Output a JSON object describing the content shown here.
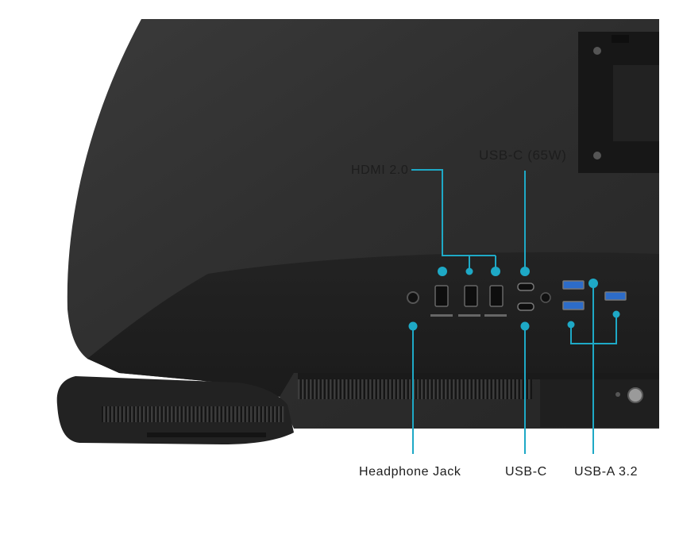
{
  "callouts": {
    "hdmi": "HDMI 2.0",
    "usb_c_65w": "USB-C (65W)",
    "headphone_jack": "Headphone Jack",
    "usb_c": "USB-C",
    "usb_a": "USB-A 3.2"
  },
  "colors": {
    "accent": "#1ea9c6",
    "body": "#2c2c2c",
    "background": "#ffffff"
  }
}
